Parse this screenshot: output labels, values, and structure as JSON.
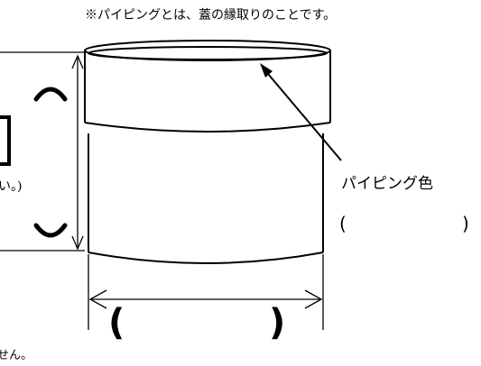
{
  "note": "※パイピングとは、蓋の縁取りのことです。",
  "piping": {
    "label": "パイピング色",
    "open_paren": "(",
    "close_paren": ")"
  },
  "width": {
    "open_paren": "(",
    "close_paren": ")"
  },
  "left_fragment": "い。)",
  "bottom_fragment": "せん。",
  "colors": {
    "stroke": "#000000",
    "background": "#ffffff"
  }
}
